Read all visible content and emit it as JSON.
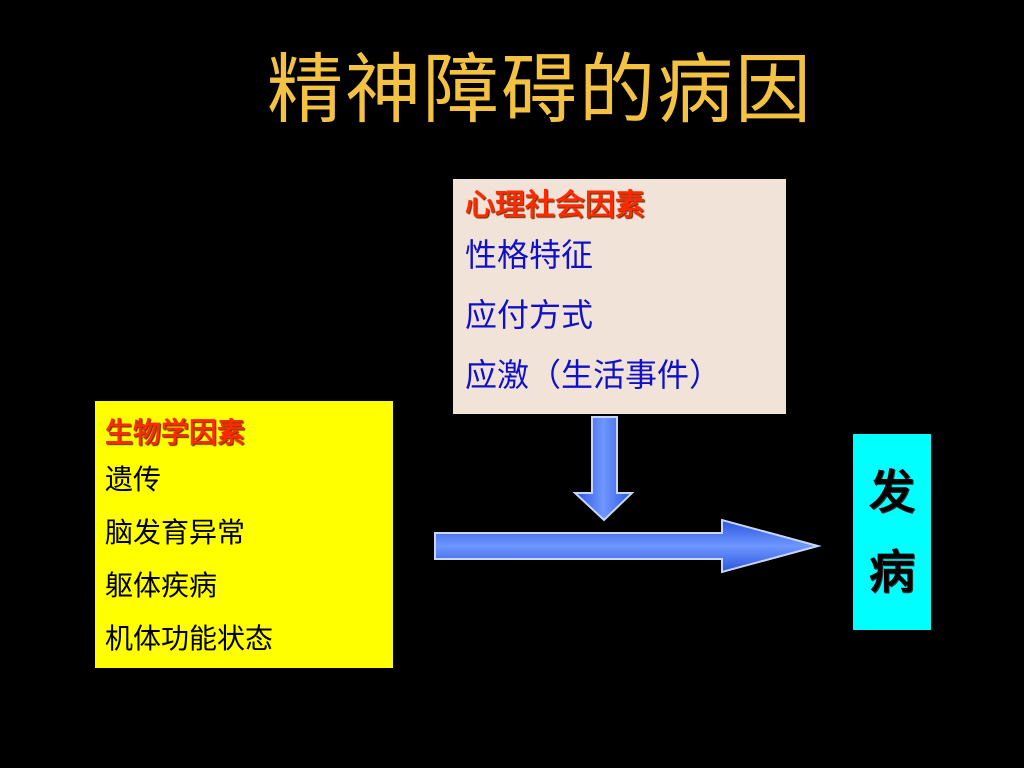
{
  "title": "精神障碍的病因",
  "psychosocial": {
    "heading": "心理社会因素",
    "items": [
      "性格特征",
      "应付方式",
      "应激（生活事件）"
    ]
  },
  "biological": {
    "heading": "生物学因素",
    "items": [
      "遗传",
      "脑发育异常",
      "躯体疾病",
      "机体功能状态"
    ]
  },
  "outcome": {
    "chars": [
      "发",
      "病"
    ]
  },
  "colors": {
    "background": "#000000",
    "title": "#f4c242",
    "psychosocial_box": "#f2e3d9",
    "biological_box": "#ffff00",
    "outcome_box": "#00ffff",
    "heading_text": "#ff2a00",
    "psychosocial_items": "#1010c8",
    "arrow_fill": "#3a6ff0"
  }
}
